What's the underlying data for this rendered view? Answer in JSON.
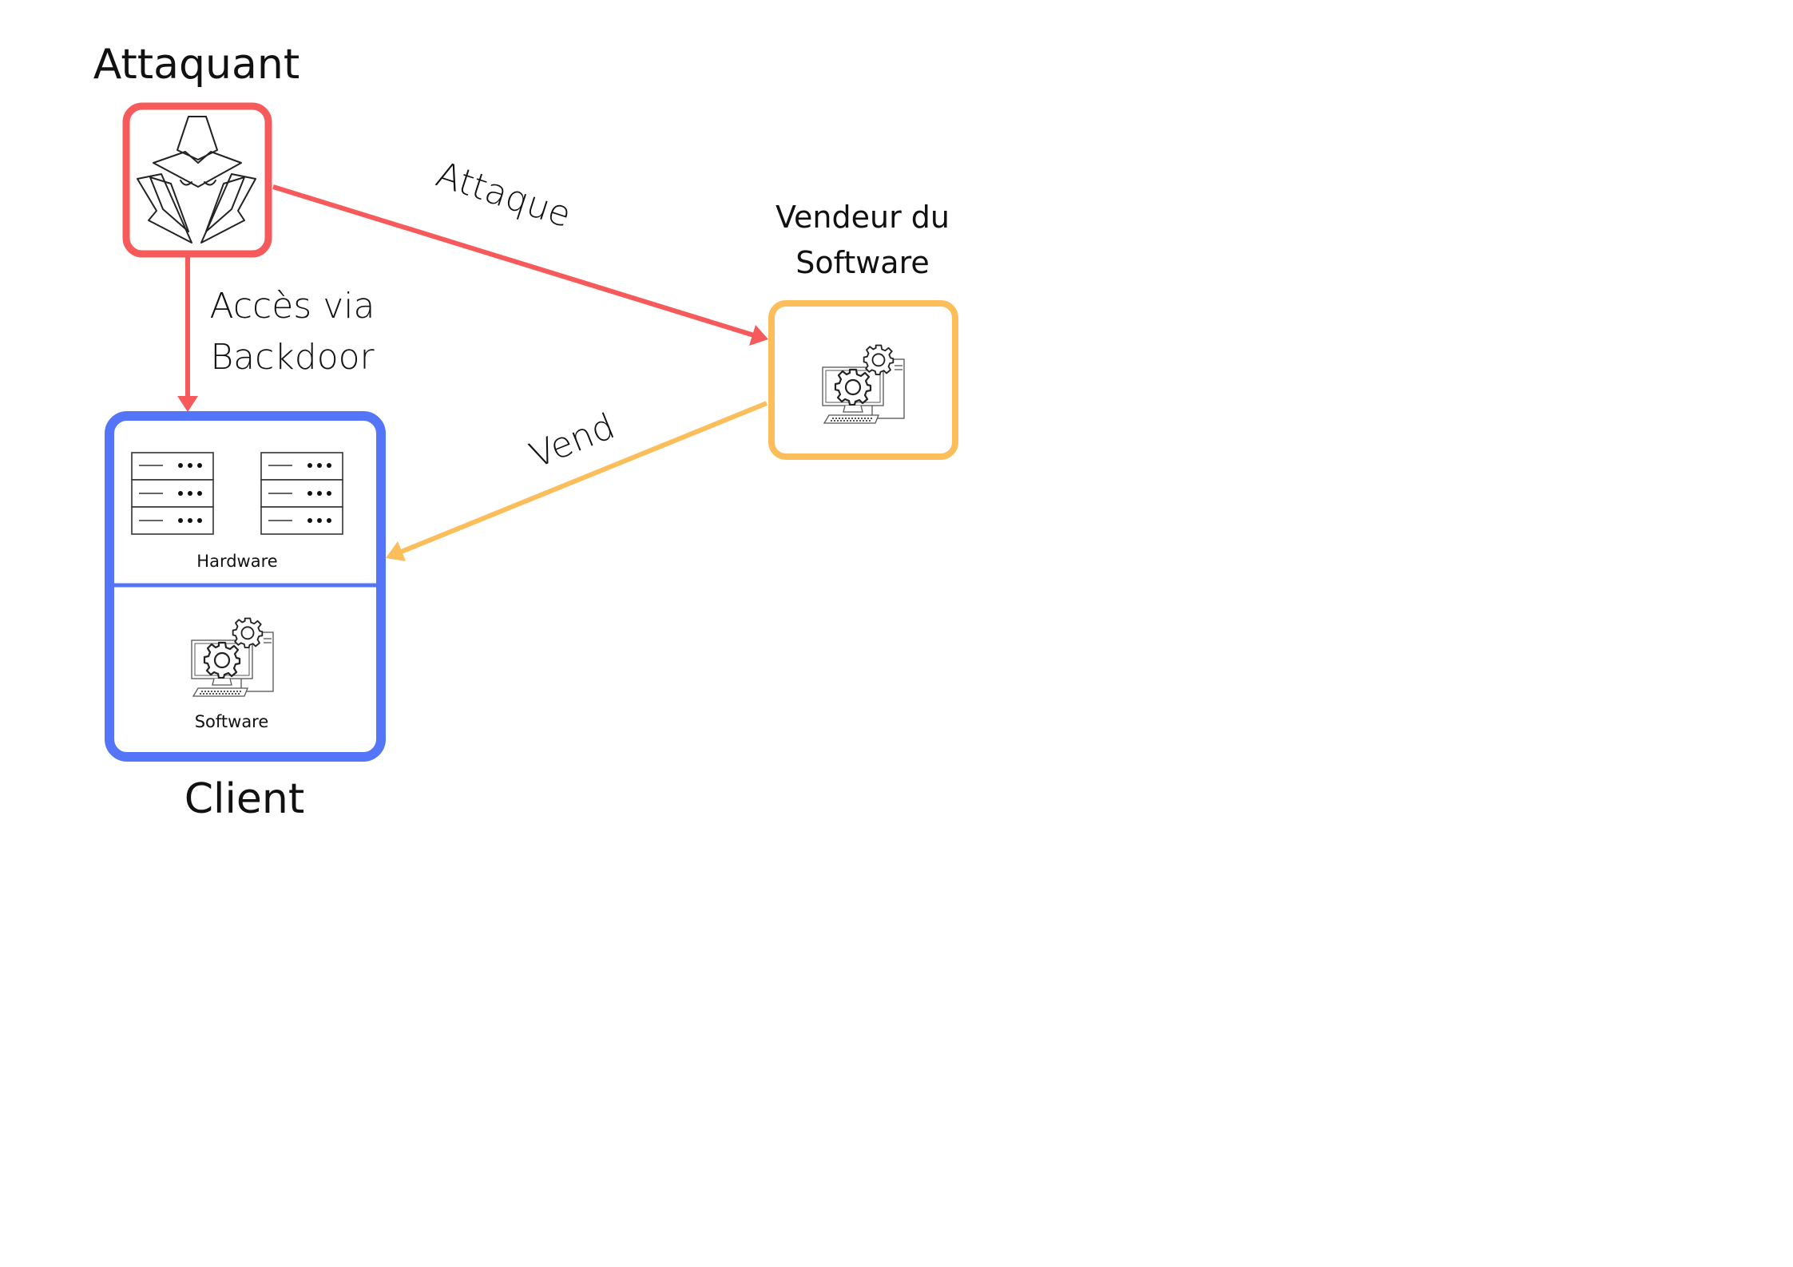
{
  "nodes": {
    "attacker": {
      "label": "Attaquant",
      "color": "#f65a5b",
      "icon": "hacker-icon"
    },
    "vendor": {
      "label_line1": "Vendeur du",
      "label_line2": "Software",
      "color": "#fcbd5b",
      "icon": "software-computer-icon"
    },
    "client": {
      "label": "Client",
      "color": "#5475f7",
      "hardware_label": "Hardware",
      "software_label": "Software",
      "icons": [
        "server-rack-icon",
        "server-rack-icon",
        "software-computer-icon"
      ]
    }
  },
  "edges": {
    "backdoor": {
      "label_line1": "Accès via",
      "label_line2": "Backdoor",
      "from": "attacker",
      "to": "client",
      "color": "#f65a5b"
    },
    "attack": {
      "label": "Attaque",
      "from": "attacker",
      "to": "vendor",
      "color": "#f65a5b"
    },
    "sells": {
      "label": "Vend",
      "from": "vendor",
      "to": "client",
      "color": "#fcbd5b"
    }
  }
}
